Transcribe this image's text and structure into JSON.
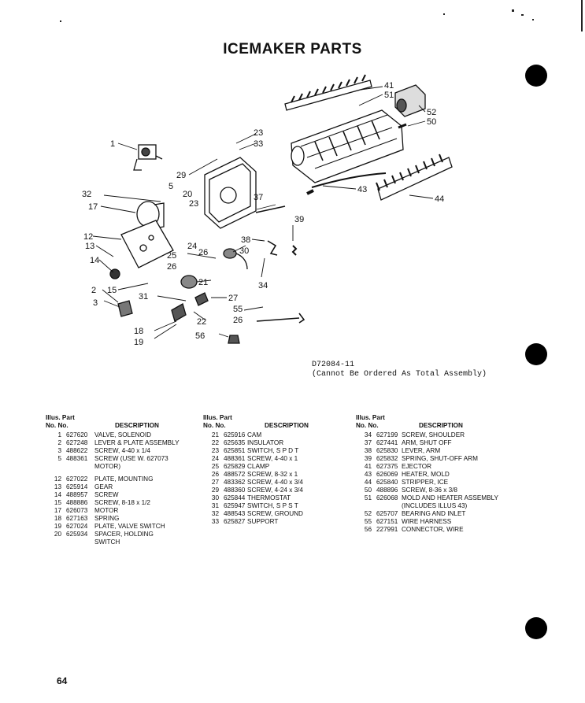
{
  "title": "ICEMAKER PARTS",
  "diagram_code": "D72084-11",
  "diagram_note": "(Cannot Be Ordered As Total Assembly)",
  "page_number": "64",
  "headers": {
    "illus_line1": "Illus. Part",
    "illus_line2": "No. No.",
    "description": "DESCRIPTION"
  },
  "callouts": {
    "c1": "1",
    "c2": "2",
    "c3": "3",
    "c5": "5",
    "c12": "12",
    "c13": "13",
    "c14": "14",
    "c15": "15",
    "c17": "17",
    "c18": "18",
    "c19": "19",
    "c20": "20",
    "c21": "21",
    "c22": "22",
    "c23a": "23",
    "c23b": "23",
    "c24": "24",
    "c25": "25",
    "c26a": "26",
    "c26b": "26",
    "c26c": "26",
    "c27": "27",
    "c29": "29",
    "c30": "30",
    "c31": "31",
    "c32": "32",
    "c33": "33",
    "c34": "34",
    "c37": "37",
    "c38": "38",
    "c39": "39",
    "c41": "41",
    "c43": "43",
    "c44": "44",
    "c50": "50",
    "c51": "51",
    "c52": "52",
    "c55": "55",
    "c56": "56"
  },
  "columns": [
    {
      "rows": [
        {
          "illus": "1",
          "part": "627620",
          "desc": "VALVE, SOLENOID",
          "gap": false
        },
        {
          "illus": "2",
          "part": "627248",
          "desc": "LEVER & PLATE ASSEMBLY",
          "gap": false
        },
        {
          "illus": "3",
          "part": "488622",
          "desc": "SCREW, 4-40 x 1/4",
          "gap": false
        },
        {
          "illus": "5",
          "part": "488361",
          "desc": "SCREW (USE W. 627073",
          "gap": false
        },
        {
          "illus": "",
          "part": "",
          "desc": "MOTOR)",
          "gap": false
        },
        {
          "illus": "12",
          "part": "627022",
          "desc": "PLATE, MOUNTING",
          "gap": true
        },
        {
          "illus": "13",
          "part": "625914",
          "desc": "GEAR",
          "gap": false
        },
        {
          "illus": "14",
          "part": "488957",
          "desc": "SCREW",
          "gap": false
        },
        {
          "illus": "15",
          "part": "488886",
          "desc": "SCREW, 8-18 x 1/2",
          "gap": false
        },
        {
          "illus": "17",
          "part": "626073",
          "desc": "MOTOR",
          "gap": false
        },
        {
          "illus": "18",
          "part": "627163",
          "desc": "SPRING",
          "gap": false
        },
        {
          "illus": "19",
          "part": "627024",
          "desc": "PLATE, VALVE SWITCH",
          "gap": false
        },
        {
          "illus": "20",
          "part": "625934",
          "desc": "SPACER, HOLDING",
          "gap": false
        },
        {
          "illus": "",
          "part": "",
          "desc": "SWITCH",
          "gap": false
        }
      ]
    },
    {
      "rows": [
        {
          "illus": "21",
          "part": "625916",
          "desc": "CAM",
          "gap": false
        },
        {
          "illus": "22",
          "part": "625635",
          "desc": "INSULATOR",
          "gap": false
        },
        {
          "illus": "23",
          "part": "625851",
          "desc": "SWITCH, S P D T",
          "gap": false
        },
        {
          "illus": "24",
          "part": "488361",
          "desc": "SCREW, 4-40 x 1",
          "gap": false
        },
        {
          "illus": "25",
          "part": "625829",
          "desc": "CLAMP",
          "gap": false
        },
        {
          "illus": "26",
          "part": "488572",
          "desc": "SCREW, 8-32 x 1",
          "gap": false
        },
        {
          "illus": "27",
          "part": "483362",
          "desc": "SCREW, 4-40 x 3/4",
          "gap": false
        },
        {
          "illus": "29",
          "part": "488360",
          "desc": "SCREW, 4-24 x 3/4",
          "gap": false
        },
        {
          "illus": "30",
          "part": "625844",
          "desc": "THERMOSTAT",
          "gap": false
        },
        {
          "illus": "31",
          "part": "625947",
          "desc": "SWITCH, S P S T",
          "gap": false
        },
        {
          "illus": "32",
          "part": "488543",
          "desc": "SCREW, GROUND",
          "gap": false
        },
        {
          "illus": "33",
          "part": "625827",
          "desc": "SUPPORT",
          "gap": false
        }
      ]
    },
    {
      "rows": [
        {
          "illus": "34",
          "part": "627199",
          "desc": "SCREW, SHOULDER",
          "gap": false
        },
        {
          "illus": "37",
          "part": "627441",
          "desc": "ARM, SHUT OFF",
          "gap": false
        },
        {
          "illus": "38",
          "part": "625830",
          "desc": "LEVER, ARM",
          "gap": false
        },
        {
          "illus": "39",
          "part": "625832",
          "desc": "SPRING, SHUT-OFF ARM",
          "gap": false
        },
        {
          "illus": "41",
          "part": "627375",
          "desc": "EJECTOR",
          "gap": false
        },
        {
          "illus": "43",
          "part": "626069",
          "desc": "HEATER, MOLD",
          "gap": false
        },
        {
          "illus": "44",
          "part": "625840",
          "desc": "STRIPPER, ICE",
          "gap": false
        },
        {
          "illus": "50",
          "part": "488896",
          "desc": "SCREW, 8-36 x 3/8",
          "gap": false
        },
        {
          "illus": "51",
          "part": "626068",
          "desc": "MOLD AND HEATER ASSEMBLY",
          "gap": false
        },
        {
          "illus": "",
          "part": "",
          "desc": "(INCLUDES ILLUS 43)",
          "gap": false
        },
        {
          "illus": "52",
          "part": "625707",
          "desc": "BEARING AND INLET",
          "gap": false
        },
        {
          "illus": "55",
          "part": "627151",
          "desc": "WIRE HARNESS",
          "gap": false
        },
        {
          "illus": "56",
          "part": "227991",
          "desc": "CONNECTOR, WIRE",
          "gap": false
        }
      ]
    }
  ]
}
